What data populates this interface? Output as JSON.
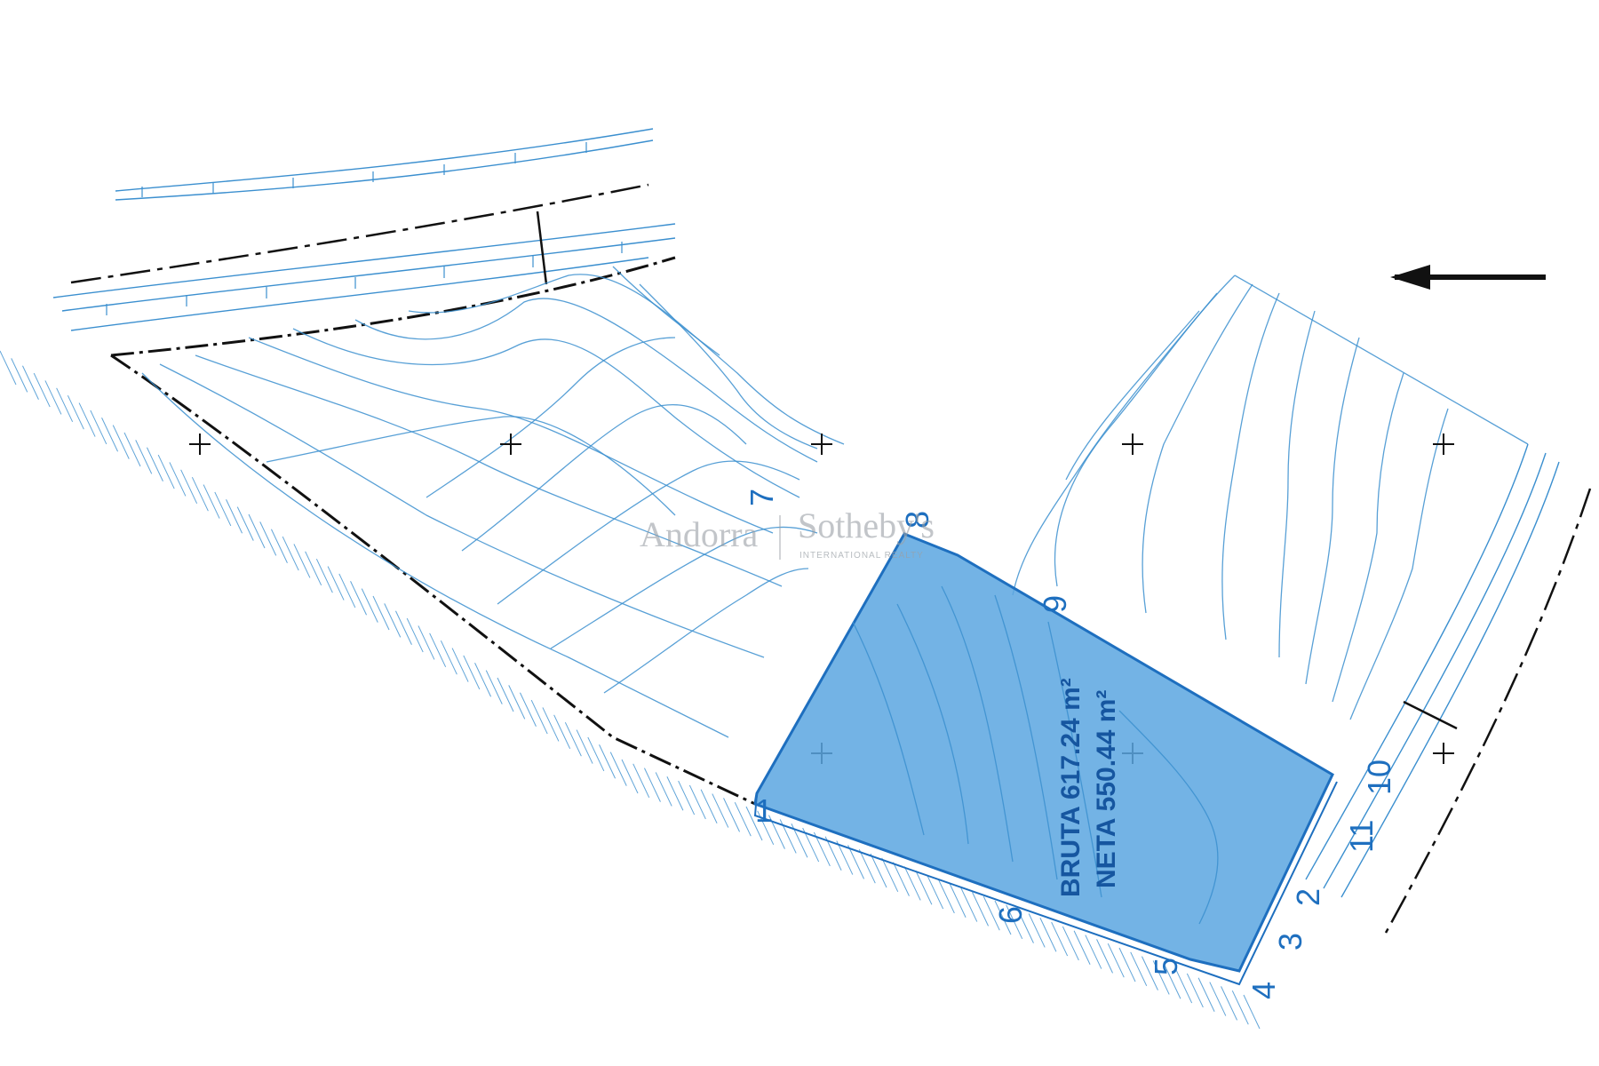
{
  "map": {
    "north_arrow_icon": "arrow-left-icon",
    "colors": {
      "plot_fill": "#5aa6e0",
      "plot_stroke": "#1e6fbf",
      "contour": "#3b8fcf",
      "boundary": "#111111"
    },
    "vertex_labels": {
      "v1": "1",
      "v2": "2",
      "v3": "3",
      "v4": "4",
      "v5": "5",
      "v6": "6",
      "v7": "7",
      "v8": "8",
      "v9": "9",
      "v10": "10",
      "v11": "11"
    },
    "area": {
      "gross": "BRUTA 617.24 m²",
      "net": "NETA 550.44 m²"
    }
  },
  "watermark": {
    "brand_left": "Andorra",
    "brand_right": "Sotheby's",
    "tagline": "INTERNATIONAL REALTY"
  }
}
